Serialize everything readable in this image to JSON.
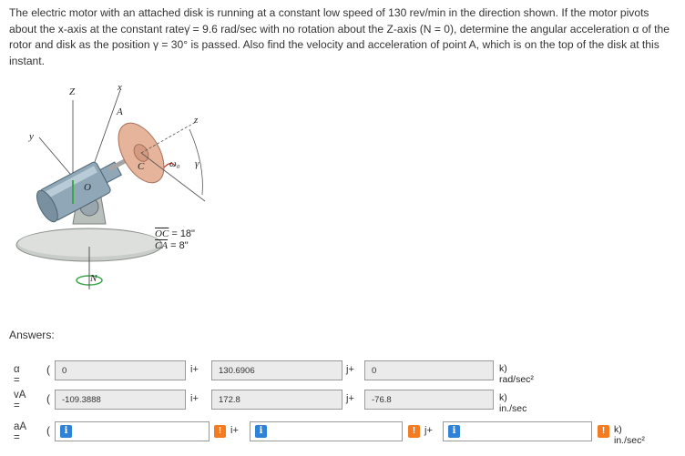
{
  "problem_text": "The electric motor with an attached disk is running at a constant low speed of 130 rev/min in the direction shown. If the motor pivots about the x-axis at the constant rateγ̇ = 9.6 rad/sec with no rotation about the Z-axis (N = 0), determine the angular acceleration α of the rotor and disk as the position γ = 30° is passed. Also find the velocity and acceleration of point A, which is on the top of the disk at this instant.",
  "figure": {
    "labels": {
      "Z": "Z",
      "x": "x",
      "A": "A",
      "y": "y",
      "z": "z",
      "C": "C",
      "O": "O",
      "omega0": "ω₀",
      "gamma": "γ",
      "N": "N"
    },
    "dims": {
      "oc_label": "OC",
      "oc_value": " = 18\"",
      "ca_label": "CA",
      "ca_value": " = 8\""
    }
  },
  "answers_label": "Answers:",
  "rows": [
    {
      "symbol": "α =",
      "i_value": "0",
      "j_value": "130.6906",
      "k_value": "0",
      "unit": "k) rad/sec²"
    },
    {
      "symbol": "vA =",
      "i_value": "-109.3888",
      "j_value": "172.8",
      "k_value": "-76.8",
      "unit": "k) in./sec"
    },
    {
      "symbol": "aA =",
      "i_value": "",
      "j_value": "",
      "k_value": "",
      "unit": "k) in./sec²"
    }
  ],
  "vec": {
    "open_paren": "(",
    "i": "i+",
    "j": "j+"
  },
  "icons": {
    "info": "i",
    "warn": "!"
  },
  "colors": {
    "info_blue": "#2f82d6",
    "warn_orange": "#f47b20",
    "field_gray": "#ebebeb",
    "disk": "#e8b49a",
    "motor": "#8ea6b5",
    "base": "#c8ccc8"
  }
}
